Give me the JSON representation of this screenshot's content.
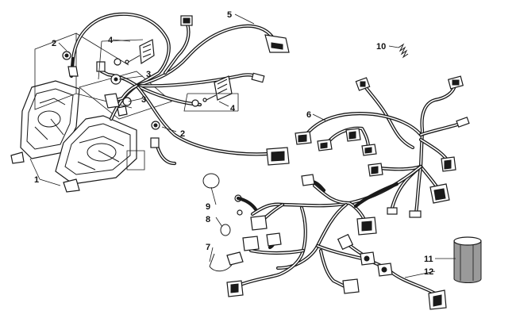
{
  "callouts": {
    "c1": "1",
    "c2a": "2",
    "c2b": "2",
    "c3a": "3",
    "c3b": "3",
    "c4a": "4",
    "c4b": "4",
    "c5": "5",
    "c6": "6",
    "c7": "7",
    "c8": "8",
    "c9": "9",
    "c10": "10",
    "c11": "11",
    "c12": "12"
  }
}
